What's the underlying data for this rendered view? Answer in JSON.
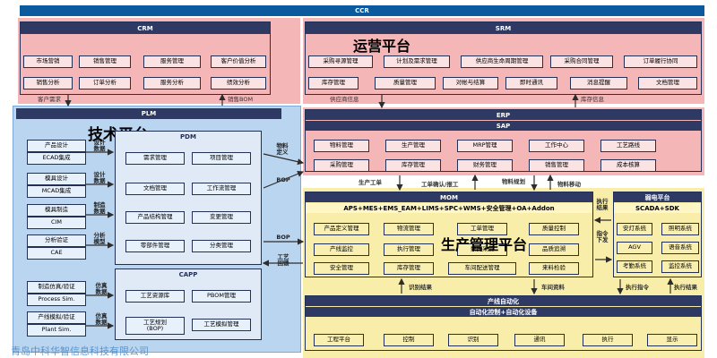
{
  "ccr": "CCR",
  "overlays": {
    "ops_platform": "运营平台",
    "tech_platform": "技术平台",
    "prod_platform": "生产管理平台"
  },
  "watermark": "青岛中科华智信息科技有限公司",
  "crm": {
    "title": "CRM",
    "items": [
      "市场营销",
      "销售管理",
      "服务管理",
      "客户价值分析",
      "销售分析",
      "订单分析",
      "服务分析",
      "绩效分析"
    ]
  },
  "srm": {
    "title": "SRM",
    "items": [
      "采购寻源管理",
      "计划及需求管理",
      "供应商生命周期管理",
      "采购合同管理",
      "订单履行协同",
      "库存管理",
      "质量管理",
      "对帐与结算",
      "即时通讯",
      "消息提醒",
      "文档管理"
    ]
  },
  "flows": {
    "customer_demand": "客户需求",
    "sales_bom": "销售BOM",
    "supplier_info": "供应商信息",
    "inventory_info": "库存信息",
    "material_def": "物料\n定义",
    "bop": "BOP",
    "bop2": "BOP",
    "process_feedback": "工艺\n回馈",
    "prod_order": "生产工单",
    "report": "工单确认/报工",
    "mat_plan": "物料规划",
    "mat_move": "物料移动",
    "exec_result": "执行\n结果",
    "cmd_issue": "指令\n下发",
    "id_result": "识别结果",
    "workshop_data": "车间资料",
    "exec_cmd": "执行指令",
    "exec_result2": "执行结果"
  },
  "plm": {
    "title": "PLM",
    "left": [
      {
        "top": "产品设计",
        "bottom": "ECAD集成",
        "side": "设计\n数据"
      },
      {
        "top": "模具设计",
        "bottom": "MCAD集成",
        "side": "设计\n数据"
      },
      {
        "top": "模具制造",
        "bottom": "CIM",
        "side": "制造\n数据"
      },
      {
        "top": "分析验证",
        "bottom": "CAE",
        "side": "分析\n模型"
      }
    ],
    "left2": [
      {
        "top": "制造仿真/验证",
        "bottom": "Process Sim.",
        "side": "仿真\n数据"
      },
      {
        "top": "产线模拟/验证",
        "bottom": "Plant Sim.",
        "side": "仿真\n数据"
      }
    ],
    "pdm": {
      "title": "PDM",
      "items": [
        "需求管理",
        "项目管理",
        "文档管理",
        "工作流管理",
        "产品结构管理",
        "变更管理",
        "零部件管理",
        "分类管理"
      ]
    },
    "capp": {
      "title": "CAPP",
      "items": [
        "工艺资源库",
        "PBOM管理",
        "工艺规划\n(BOP)",
        "工艺模拟管理"
      ]
    }
  },
  "erp": {
    "title": "ERP",
    "sub": "SAP",
    "items": [
      "物料管理",
      "生产管理",
      "MRP管理",
      "工作中心",
      "工艺路线",
      "采购管理",
      "库存管理",
      "财务管理",
      "销售管理",
      "成本核算"
    ]
  },
  "mom": {
    "title": "MOM",
    "sub": "APS+MES+EMS_EAM+LIMS+SPC+WMS+安全管理+OA+Addon",
    "items": [
      "产品定义管理",
      "物流管理",
      "工单管理",
      "质量控制",
      "产线监控",
      "执行管理",
      "数据采集",
      "品质追溯",
      "安全管理",
      "库存管理",
      "车间配送管理",
      "来料检验"
    ]
  },
  "weak": {
    "title": "弱电平台",
    "sub": "SCADA+SDK",
    "items": [
      "安灯系统",
      "照明系统",
      "AGV",
      "语音系统",
      "考勤系统",
      "监控系统"
    ]
  },
  "auto": {
    "title": "产线自动化",
    "sub": "自动化控制+自动化设备",
    "items": [
      "工程平台",
      "控制",
      "识别",
      "通讯",
      "执行",
      "显示"
    ]
  }
}
